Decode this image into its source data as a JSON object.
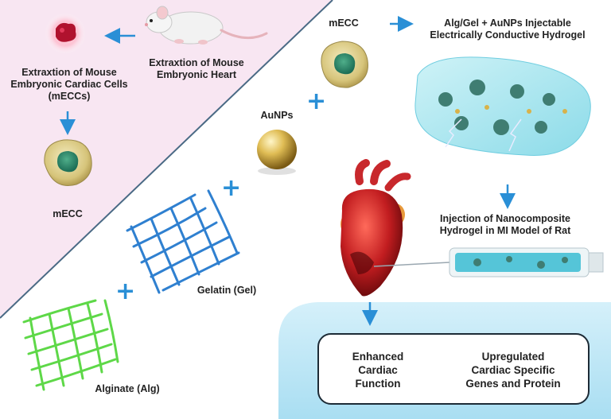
{
  "labels": {
    "extract_heart": "Extraxtion of Mouse\nEmbryonic Heart",
    "extract_cells": "Extraxtion of Mouse\nEmbryonic Cardiac Cells\n(mECCs)",
    "mecc_left": "mECC",
    "mecc_top": "mECC",
    "aunps": "AuNPs",
    "hydrogel_title": "Alg/Gel + AuNPs Injectable\nElectrically Conductive Hydrogel",
    "injection": "Injection of Nanocomposite\nHydrogel in MI Model of Rat",
    "gelatin": "Gelatin (Gel)",
    "alginate": "Alginate (Alg)",
    "outcome_1": "Enhanced\nCardiac\nFunction",
    "outcome_2": "Upregulated\nCardiac Specific\nGenes and Protein"
  },
  "plus_sign": "+",
  "colors": {
    "accent_blue": "#2a8fd6",
    "panel_pink": "#f8e6f2",
    "outcome_panel": "#bfe6f5",
    "gelatin_mesh": "#2f80d0",
    "alginate_mesh": "#5ed848",
    "hydrogel": "#9fe3ef",
    "gold": "#d8b24a"
  },
  "icons": [
    "mouse-icon",
    "heart-tissue-icon",
    "cell-icon",
    "gold-nanoparticle-icon",
    "hydrogel-icon",
    "heart-icon",
    "syringe-icon",
    "mesh-icon"
  ]
}
